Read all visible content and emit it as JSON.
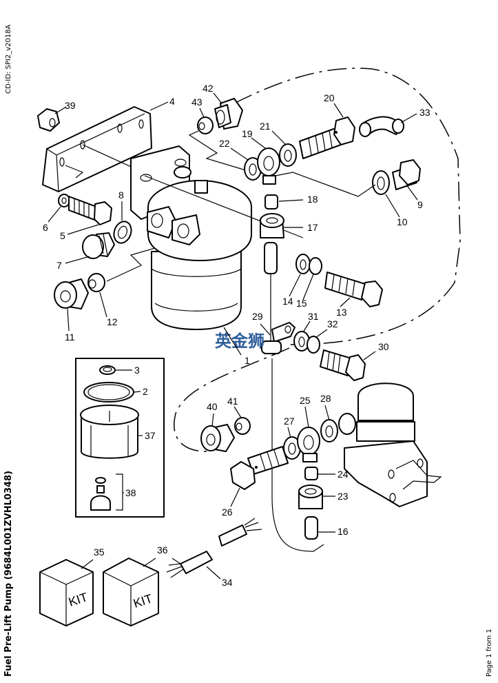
{
  "document": {
    "cd_id": "CD-ID: SPI2_v2018A",
    "title": "Fuel Pre-Lift Pump (9684L001ZVHL0348)",
    "page": "Page 1 from 1",
    "watermark": "英金狮"
  },
  "diagram": {
    "kind": "exploded-parts-view",
    "kit_text": "KIT",
    "parts": [
      {
        "no": "1",
        "name": "fuel-filter-assembly"
      },
      {
        "no": "2",
        "name": "sealing-ring"
      },
      {
        "no": "3",
        "name": "seal-washer"
      },
      {
        "no": "4",
        "name": "mounting-bracket"
      },
      {
        "no": "5",
        "name": "bolt"
      },
      {
        "no": "6",
        "name": "washer"
      },
      {
        "no": "7",
        "name": "plug"
      },
      {
        "no": "8",
        "name": "sealing-washer"
      },
      {
        "no": "9",
        "name": "plug"
      },
      {
        "no": "10",
        "name": "sealing-washer"
      },
      {
        "no": "11",
        "name": "union-adaptor"
      },
      {
        "no": "12",
        "name": "olive"
      },
      {
        "no": "13",
        "name": "bolt"
      },
      {
        "no": "14",
        "name": "washer"
      },
      {
        "no": "15",
        "name": "spring-washer"
      },
      {
        "no": "16",
        "name": "fuel-pipe"
      },
      {
        "no": "17",
        "name": "union-nut"
      },
      {
        "no": "18",
        "name": "olive"
      },
      {
        "no": "19",
        "name": "banjo"
      },
      {
        "no": "20",
        "name": "banjo-bolt"
      },
      {
        "no": "21",
        "name": "sealing-washer"
      },
      {
        "no": "22",
        "name": "sealing-washer"
      },
      {
        "no": "23",
        "name": "union-nut"
      },
      {
        "no": "24",
        "name": "olive"
      },
      {
        "no": "25",
        "name": "banjo"
      },
      {
        "no": "26",
        "name": "banjo-bolt"
      },
      {
        "no": "27",
        "name": "sealing-washer"
      },
      {
        "no": "28",
        "name": "sealing-washer"
      },
      {
        "no": "29",
        "name": "clip"
      },
      {
        "no": "30",
        "name": "bolt"
      },
      {
        "no": "31",
        "name": "washer"
      },
      {
        "no": "32",
        "name": "spring-washer"
      },
      {
        "no": "33",
        "name": "elbow"
      },
      {
        "no": "34",
        "name": "hose"
      },
      {
        "no": "35",
        "name": "kit"
      },
      {
        "no": "36",
        "name": "kit"
      },
      {
        "no": "37",
        "name": "filter-element"
      },
      {
        "no": "38",
        "name": "drain-plug"
      },
      {
        "no": "39",
        "name": "nut"
      },
      {
        "no": "40",
        "name": "adaptor"
      },
      {
        "no": "41",
        "name": "olive"
      },
      {
        "no": "42",
        "name": "adaptor"
      },
      {
        "no": "43",
        "name": "olive"
      }
    ]
  }
}
